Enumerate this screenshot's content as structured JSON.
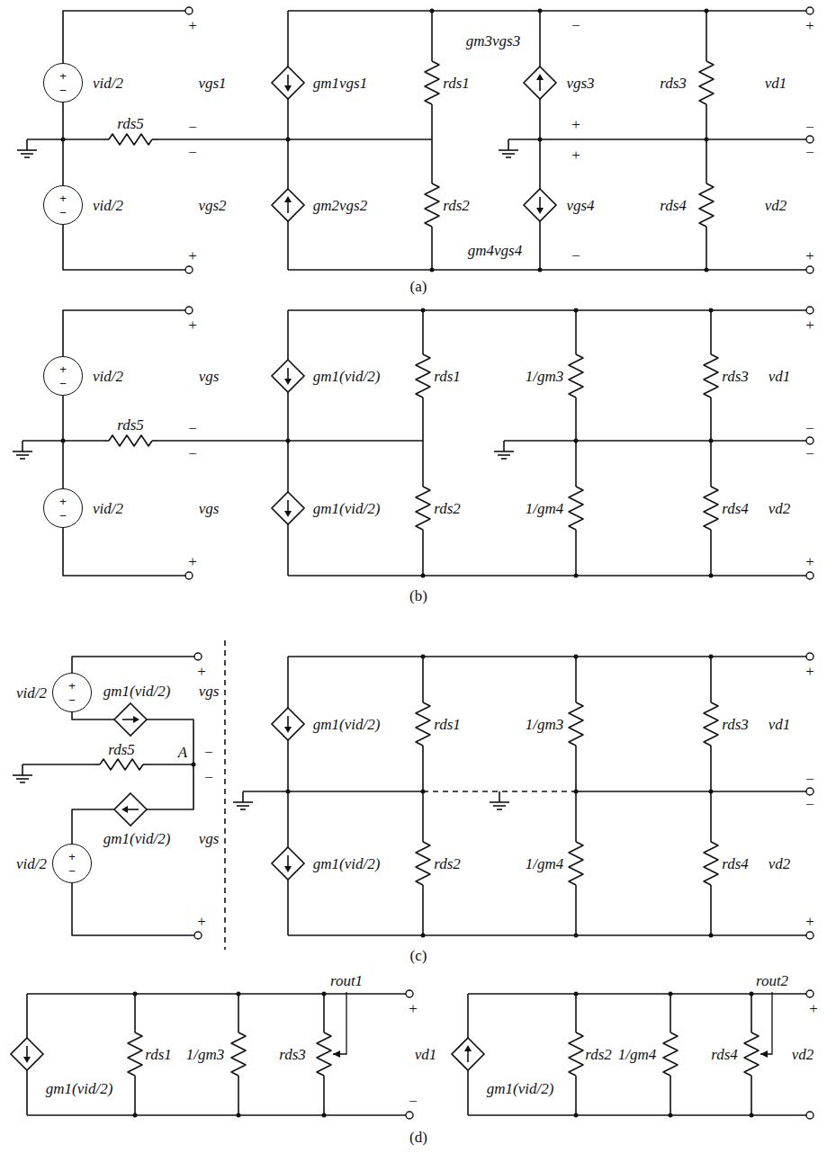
{
  "diagram": {
    "nodes": [
      {
        "text": [
          "+",
          "−"
        ]
      },
      {
        "text": [
          "+",
          "−"
        ]
      },
      {
        "text": [
          "+",
          "−"
        ]
      },
      {
        "text": [
          "+",
          "−"
        ]
      },
      {
        "text": [
          "+",
          "−"
        ]
      },
      {
        "text": [
          "+",
          "−"
        ]
      }
    ],
    "labels": [
      "+",
      "vid/2",
      "vgs1",
      "rds5",
      "−",
      "−",
      "vid/2",
      "vgs2",
      "+",
      "gm1vgs1",
      "rds1",
      "gm2vgs2",
      "rds2",
      "gm3vgs3",
      "−",
      "vgs3",
      "+",
      "+",
      "vgs4",
      "−",
      "gm4vgs4",
      "rds3",
      "rds4",
      "+",
      "vd1",
      "−",
      "−",
      "vd2",
      "+",
      "(a)",
      "+",
      "vid/2",
      "vgs",
      "rds5",
      "−",
      "−",
      "vid/2",
      "vgs",
      "+",
      "gm1(vid/2)",
      "rds1",
      "1/gm3",
      "rds3",
      "vd1",
      "gm1(vid/2)",
      "rds2",
      "1/gm4",
      "rds4",
      "vd2",
      "+",
      "−",
      "−",
      "+",
      "(b)",
      "vid/2",
      "+",
      "gm1(vid/2)",
      "vgs",
      "A",
      "rds5",
      "−",
      "−",
      "vid/2",
      "gm1(vid/2)",
      "vgs",
      "+",
      "gm1(vid/2)",
      "rds1",
      "1/gm3",
      "rds3",
      "vd1",
      "gm1(vid/2)",
      "rds2",
      "1/gm4",
      "rds4",
      "vd2",
      "+",
      "−",
      "−",
      "+",
      "(c)",
      "gm1(vid/2)",
      "rds1",
      "1/gm3",
      "rds3",
      "rout1",
      "+",
      "vd1",
      "−",
      "gm1(vid/2)",
      "rds2",
      "1/gm4",
      "rds4",
      "rout2",
      "+",
      "vd2",
      "(d)"
    ]
  }
}
